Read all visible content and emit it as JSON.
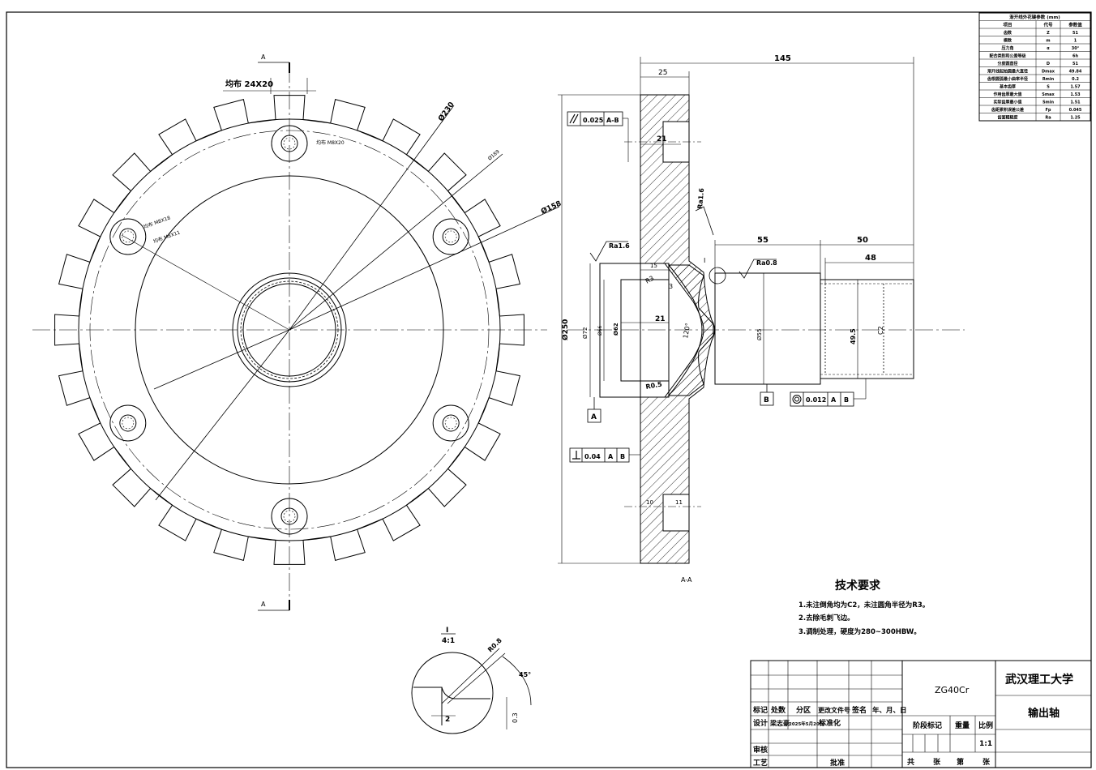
{
  "front_view": {
    "section_mark_top": "A",
    "section_mark_bottom": "A",
    "spline_note": "均布 24X20",
    "hole_note_top": "均布 M8X20",
    "hole_note_left_a": "均布 M8X18",
    "hole_note_left_b": "均布 M8X11",
    "dia_230": "Ø230",
    "dia_189": "Ø189",
    "dia_158": "Ø158"
  },
  "section_view": {
    "dim_145": "145",
    "dim_25": "25",
    "dim_21_top": "21",
    "dim_21_mid": "21",
    "dim_55": "55",
    "dim_50": "50",
    "dim_48": "48",
    "dim_15": "15",
    "dim_3": "3",
    "dim_r3": "R3",
    "dim_r05": "R0.5",
    "dim_10": "10",
    "dim_11": "11",
    "angle_120": "120°",
    "dia_250": "Ø250",
    "dia_72": "Ø72",
    "dia_66": "Ø66",
    "dia_62": "Ø62",
    "dia_55": "Ø55",
    "dia_495": "49.5",
    "c2": "C2",
    "rough_1": "Ra1.6",
    "rough_2": "Ra1.6",
    "rough_3": "Ra0.8",
    "detail_ref": "I",
    "section_label": "A-A",
    "datum_a": "A",
    "datum_b": "B",
    "fcf_parallel": {
      "value": "0.025",
      "datum": "A-B"
    },
    "fcf_perp": {
      "value": "0.04",
      "datum_1": "A",
      "datum_2": "B"
    },
    "fcf_coax": {
      "value": "0.012",
      "datum_1": "A",
      "datum_2": "B"
    }
  },
  "param_table": {
    "title": "渐开线外花键参数 (mm)",
    "headers": [
      "项目",
      "代号",
      "参数值"
    ],
    "rows": [
      [
        "齿数",
        "Z",
        "51"
      ],
      [
        "模数",
        "m",
        "1"
      ],
      [
        "压力角",
        "α",
        "30°"
      ],
      [
        "配合类别和公差等级",
        "",
        "6h"
      ],
      [
        "分度圆直径",
        "D",
        "51"
      ],
      [
        "渐开线起始圆最大直径",
        "Dmax",
        "49.84"
      ],
      [
        "齿根圆弧最小曲率半径",
        "Rmin",
        "0.2"
      ],
      [
        "基本齿厚",
        "S",
        "1.57"
      ],
      [
        "作用齿厚最大值",
        "Smax",
        "1.53"
      ],
      [
        "实际齿厚最小值",
        "Smin",
        "1.51"
      ],
      [
        "齿距累积误差公差",
        "Fp",
        "0.045"
      ],
      [
        "齿面粗糙度",
        "Ra",
        "1.25"
      ]
    ]
  },
  "tech_req": {
    "title": "技术要求",
    "items": [
      "1.未注倒角均为C2，未注圆角半径为R3。",
      "2.去除毛刺飞边。",
      "3.调制处理，硬度为280~300HBW。"
    ]
  },
  "detail": {
    "label": "I",
    "scale": "4:1",
    "radius": "R0.8",
    "angle": "45°",
    "dim_2": "2",
    "dim_03": "0.3"
  },
  "title_block": {
    "material": "ZG40Cr",
    "school": "武汉理工大学",
    "part_name": "输出轴",
    "labels": {
      "biaoji": "标记",
      "chushu": "处数",
      "fenqu": "分区",
      "genggai": "更改文件号",
      "qianming": "签名",
      "nianyueri": "年、月、日",
      "sheji": "设计",
      "designer": "梁志豪",
      "date": "2025年5月20日",
      "biaozhunhua": "标准化",
      "jieduan": "阶段标记",
      "zhongliang": "重量",
      "bili": "比例",
      "scale": "1:1",
      "shenhe": "审核",
      "gongyi": "工艺",
      "pizhun": "批准",
      "gong": "共",
      "zhang1": "张",
      "di": "第",
      "zhang2": "张"
    }
  }
}
